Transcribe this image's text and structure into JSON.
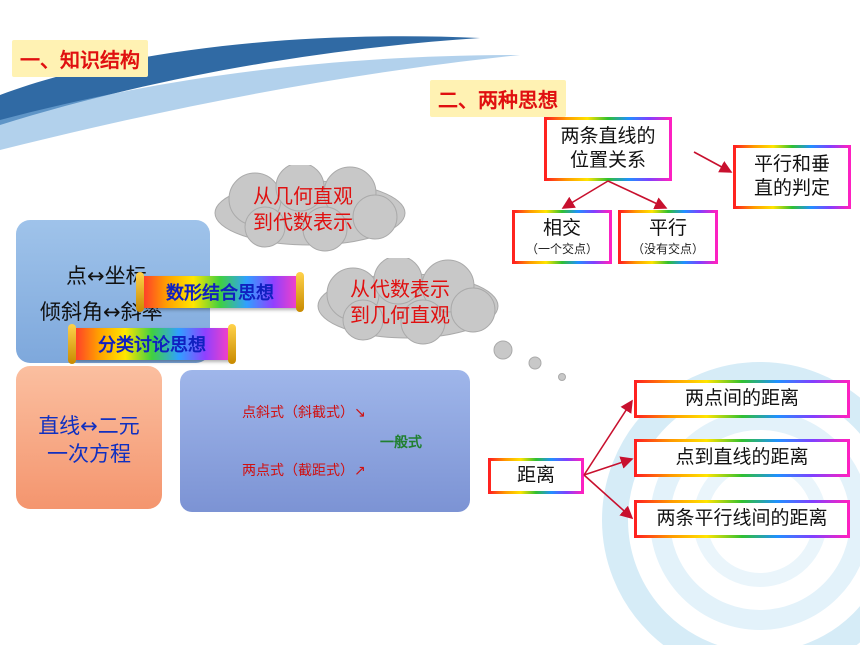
{
  "heading1": "一、知识结构",
  "heading2": "二、两种思想",
  "panel_blue": {
    "line1": "点↔坐标",
    "line2": "倾斜角↔斜率"
  },
  "panel_orange": {
    "line1": "直线↔二元",
    "line2": "一次方程"
  },
  "panel_forms": {
    "form1": "点斜式（斜截式）↘",
    "general": "一般式",
    "form2": "两点式（截距式）↗"
  },
  "cloud1": {
    "line1": "从几何直观",
    "line2": "到代数表示"
  },
  "cloud2": {
    "line1": "从代数表示",
    "line2": "到几何直观"
  },
  "scroll1": "数形结合思想",
  "scroll2": "分类讨论思想",
  "position": {
    "line1": "两条直线的",
    "line2": "位置关系"
  },
  "intersect": {
    "label": "相交",
    "note": "（一个交点）"
  },
  "parallel": {
    "label": "平行",
    "note": "（没有交点）"
  },
  "judge": {
    "line1": "平行和垂",
    "line2": "直的判定"
  },
  "distance": {
    "label": "距离",
    "items": [
      "两点间的距离",
      "点到直线的距离",
      "两条平行线间的距离"
    ]
  },
  "colors": {
    "accent_red": "#e01010",
    "arrow": "#c8102e",
    "heading_bg": "#fff2b3"
  }
}
